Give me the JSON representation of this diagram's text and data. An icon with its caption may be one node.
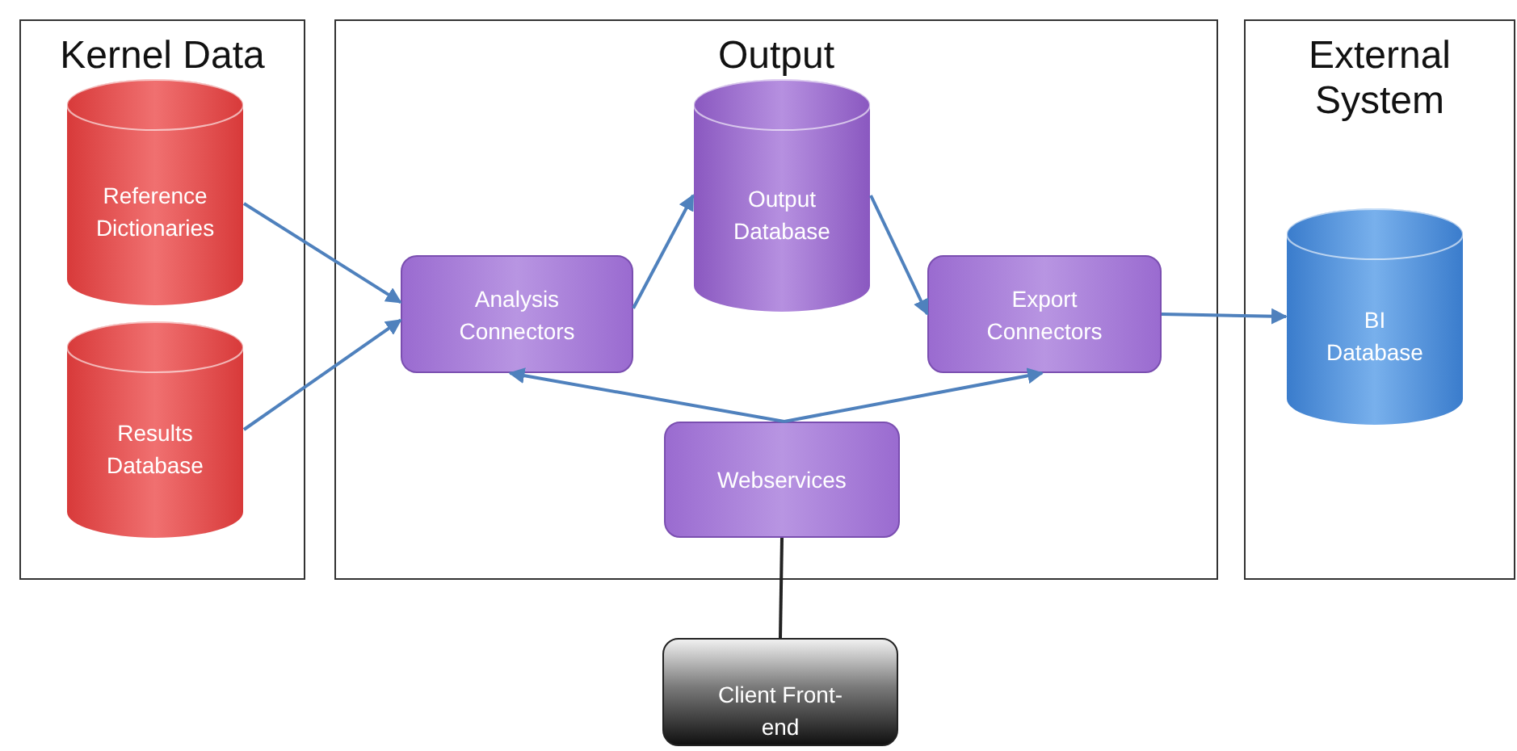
{
  "diagram": {
    "nodes": [
      {
        "text": [
          "Kernel Data"
        ]
      },
      {
        "text": [
          "Reference Dictionaries"
        ],
        "in": 0
      },
      {
        "text": [
          "Results Database"
        ],
        "in": 0
      },
      {
        "text": [
          "Output"
        ]
      },
      {
        "text": [
          "Analysis Connectors"
        ],
        "in": 3
      },
      {
        "text": [
          "Output Database"
        ],
        "in": 3
      },
      {
        "text": [
          "Export Connectors"
        ],
        "in": 3
      },
      {
        "text": [
          "Webservices"
        ],
        "in": 3
      },
      {
        "text": [
          "External System"
        ]
      },
      {
        "text": [
          "BI Database"
        ],
        "in": 8
      },
      {
        "text": [
          "Client Front-end"
        ]
      }
    ],
    "edges": [
      {
        "from": 1,
        "to": 4,
        "arrow": "to"
      },
      {
        "from": 2,
        "to": 4,
        "arrow": "to"
      },
      {
        "from": 4,
        "to": 5,
        "arrow": "to"
      },
      {
        "from": 5,
        "to": 6,
        "arrow": "to"
      },
      {
        "from": 6,
        "to": 9,
        "arrow": "to"
      },
      {
        "from": 7,
        "to": 4,
        "arrow": "to"
      },
      {
        "from": 7,
        "to": 6,
        "arrow": "to"
      },
      {
        "from": 7,
        "to": 10,
        "arrow": "none",
        "color": "#222222"
      }
    ]
  }
}
